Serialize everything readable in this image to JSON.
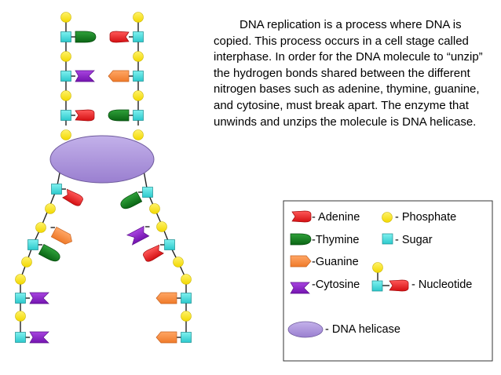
{
  "paragraph": "DNA replication is a process where DNA is copied. This process occurs in a cell stage called interphase. In order for the DNA molecule to “unzip” the hydrogen bonds shared between the different nitrogen bases such as adenine, thymine, guanine, and cytosine, must break apart. The enzyme that unwinds and unzips the molecule is DNA helicase.",
  "legend": {
    "adenine": "- Adenine",
    "thymine": "-Thymine",
    "guanine": "-Guanine",
    "cytosine": "-Cytosine",
    "phosphate": "- Phosphate",
    "sugar": "- Sugar",
    "nucleotide": "- Nucleotide",
    "helicase": "- DNA helicase"
  },
  "colors": {
    "adenine": "#ee1c24",
    "thymine": "#0e7a1a",
    "guanine": "#f7873a",
    "cytosine": "#8b1fc4",
    "phosphate": "#ffee00",
    "sugar": "#33d7d7",
    "helicase": "#a98fd7"
  },
  "icons": [
    "phosphate-icon",
    "sugar-icon",
    "adenine-icon",
    "thymine-icon",
    "guanine-icon",
    "cytosine-icon",
    "helicase-icon"
  ]
}
